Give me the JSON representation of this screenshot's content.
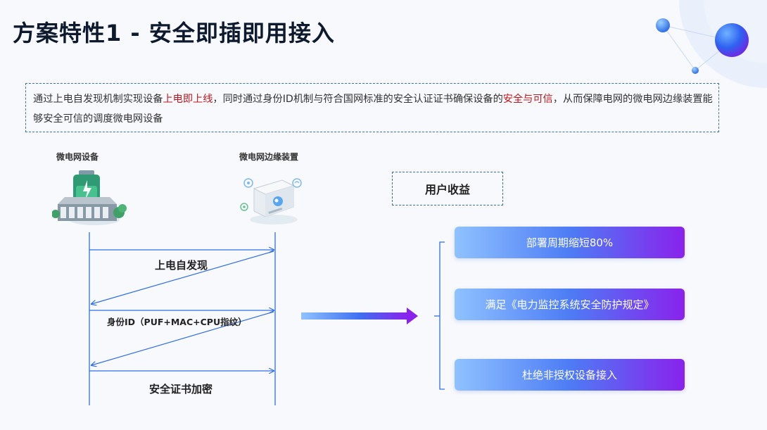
{
  "slide": {
    "title": "方案特性1 - 安全即插即用接入",
    "description": {
      "part1": "通过上电自发现机制实现设备",
      "highlight1": "上电即上线",
      "part2": "，同时通过身份ID机制与符合国网标准的安全认证证书确保设备的",
      "highlight2": "安全与可信",
      "part3": "，从而保障电网的微电网边缘装置能够安全可信的调度微电网设备"
    },
    "highlight_color": "#c0161c"
  },
  "sequence": {
    "left_device": "微电网设备",
    "right_device": "微电网边缘装置",
    "steps": [
      "上电自发现",
      "身份ID（PUF+MAC+CPU指纹）",
      "安全证书加密"
    ]
  },
  "benefits": {
    "title": "用户收益",
    "items": [
      "部署周期缩短80%",
      "满足《电力监控系统安全防护规定》",
      "杜绝非授权设备接入"
    ]
  },
  "colors": {
    "accent_blue": "#2f6fe6",
    "gradient_start": "#8fc2ff",
    "gradient_end": "#8a22ec"
  }
}
